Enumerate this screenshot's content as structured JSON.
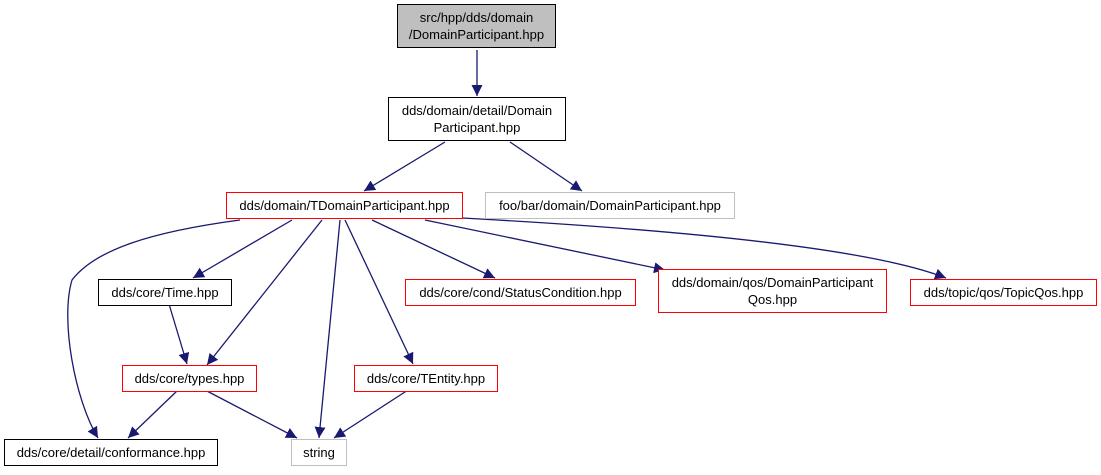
{
  "colors": {
    "edge": "#191970",
    "node_border_default": "#000000",
    "node_border_red": "#ff0000",
    "node_border_gray": "#bfbfbf",
    "current_fill": "#bfbfbf"
  },
  "nodes": {
    "root": {
      "line1": "src/hpp/dds/domain",
      "line2": "/DomainParticipant.hpp"
    },
    "detail": {
      "line1": "dds/domain/detail/Domain",
      "line2": "Participant.hpp"
    },
    "tdomain": {
      "line1": "dds/domain/TDomainParticipant.hpp"
    },
    "foobar": {
      "line1": "foo/bar/domain/DomainParticipant.hpp"
    },
    "time": {
      "line1": "dds/core/Time.hpp"
    },
    "status": {
      "line1": "dds/core/cond/StatusCondition.hpp"
    },
    "qos": {
      "line1": "dds/domain/qos/DomainParticipant",
      "line2": "Qos.hpp"
    },
    "topicqos": {
      "line1": "dds/topic/qos/TopicQos.hpp"
    },
    "types": {
      "line1": "dds/core/types.hpp"
    },
    "tentity": {
      "line1": "dds/core/TEntity.hpp"
    },
    "conformance": {
      "line1": "dds/core/detail/conformance.hpp"
    },
    "string": {
      "line1": "string"
    }
  }
}
